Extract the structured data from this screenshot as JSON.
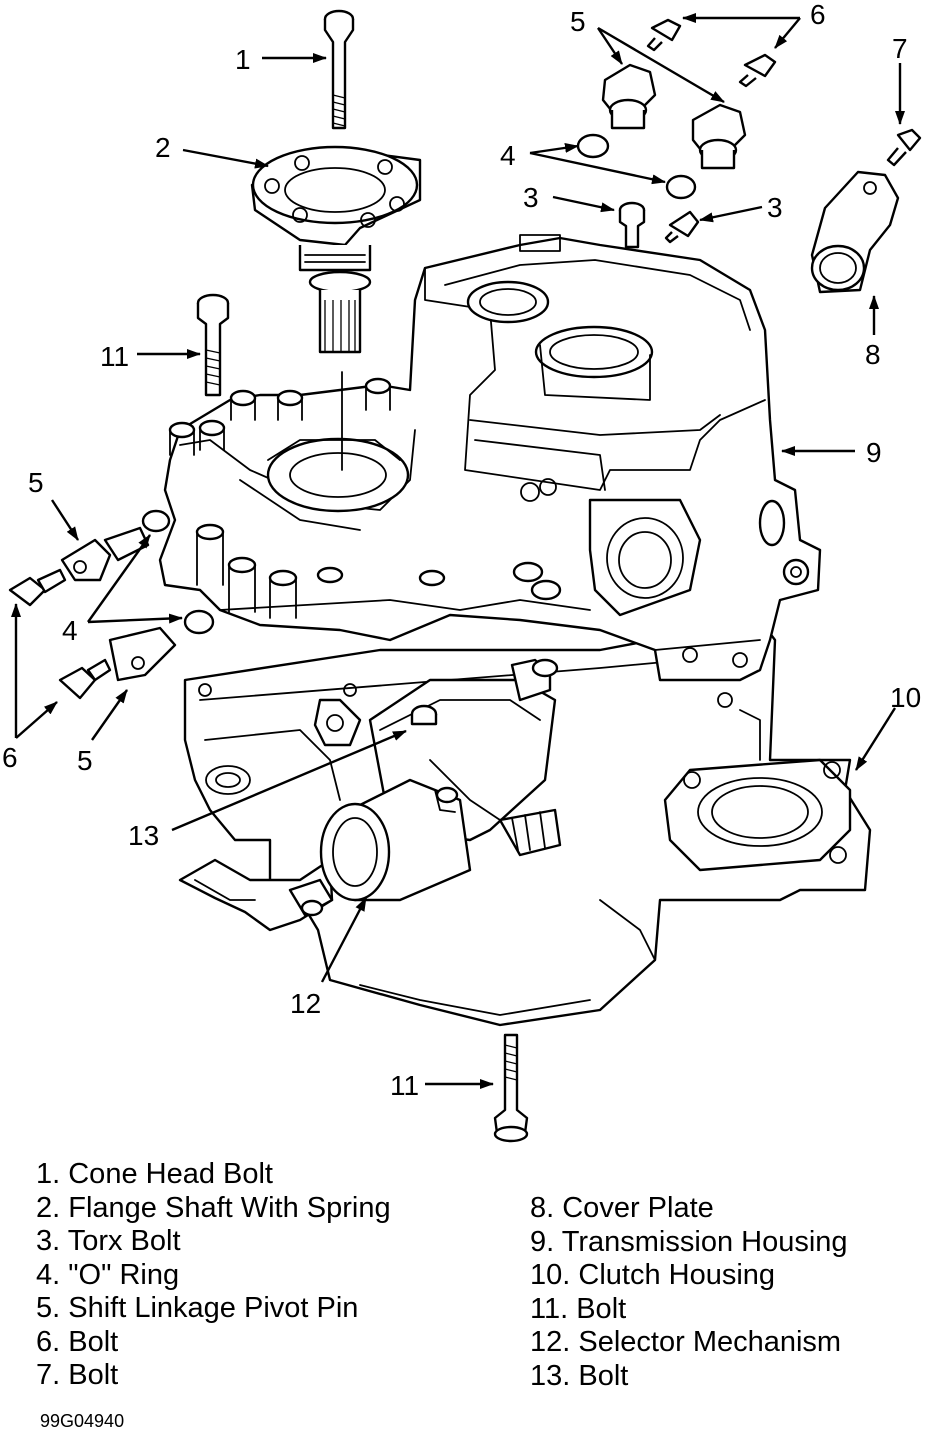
{
  "callouts": {
    "c1": "1",
    "c2": "2",
    "c3a": "3",
    "c3b": "3",
    "c4a": "4",
    "c4b": "4",
    "c5a": "5",
    "c5b": "5",
    "c5c": "5",
    "c6a": "6",
    "c6b": "6",
    "c7": "7",
    "c8": "8",
    "c9": "9",
    "c10": "10",
    "c11a": "11",
    "c11b": "11",
    "c12": "12",
    "c13": "13"
  },
  "legend": {
    "left": [
      "1. Cone Head Bolt",
      "2. Flange Shaft With Spring",
      "3. Torx Bolt",
      "4. \"O\" Ring",
      "5. Shift Linkage Pivot Pin",
      "6. Bolt",
      "7. Bolt"
    ],
    "right": [
      "8. Cover Plate",
      "9. Transmission Housing",
      "10. Clutch Housing",
      "11. Bolt",
      "12. Selector Mechanism",
      "13. Bolt"
    ]
  },
  "figure_id": "99G04940"
}
